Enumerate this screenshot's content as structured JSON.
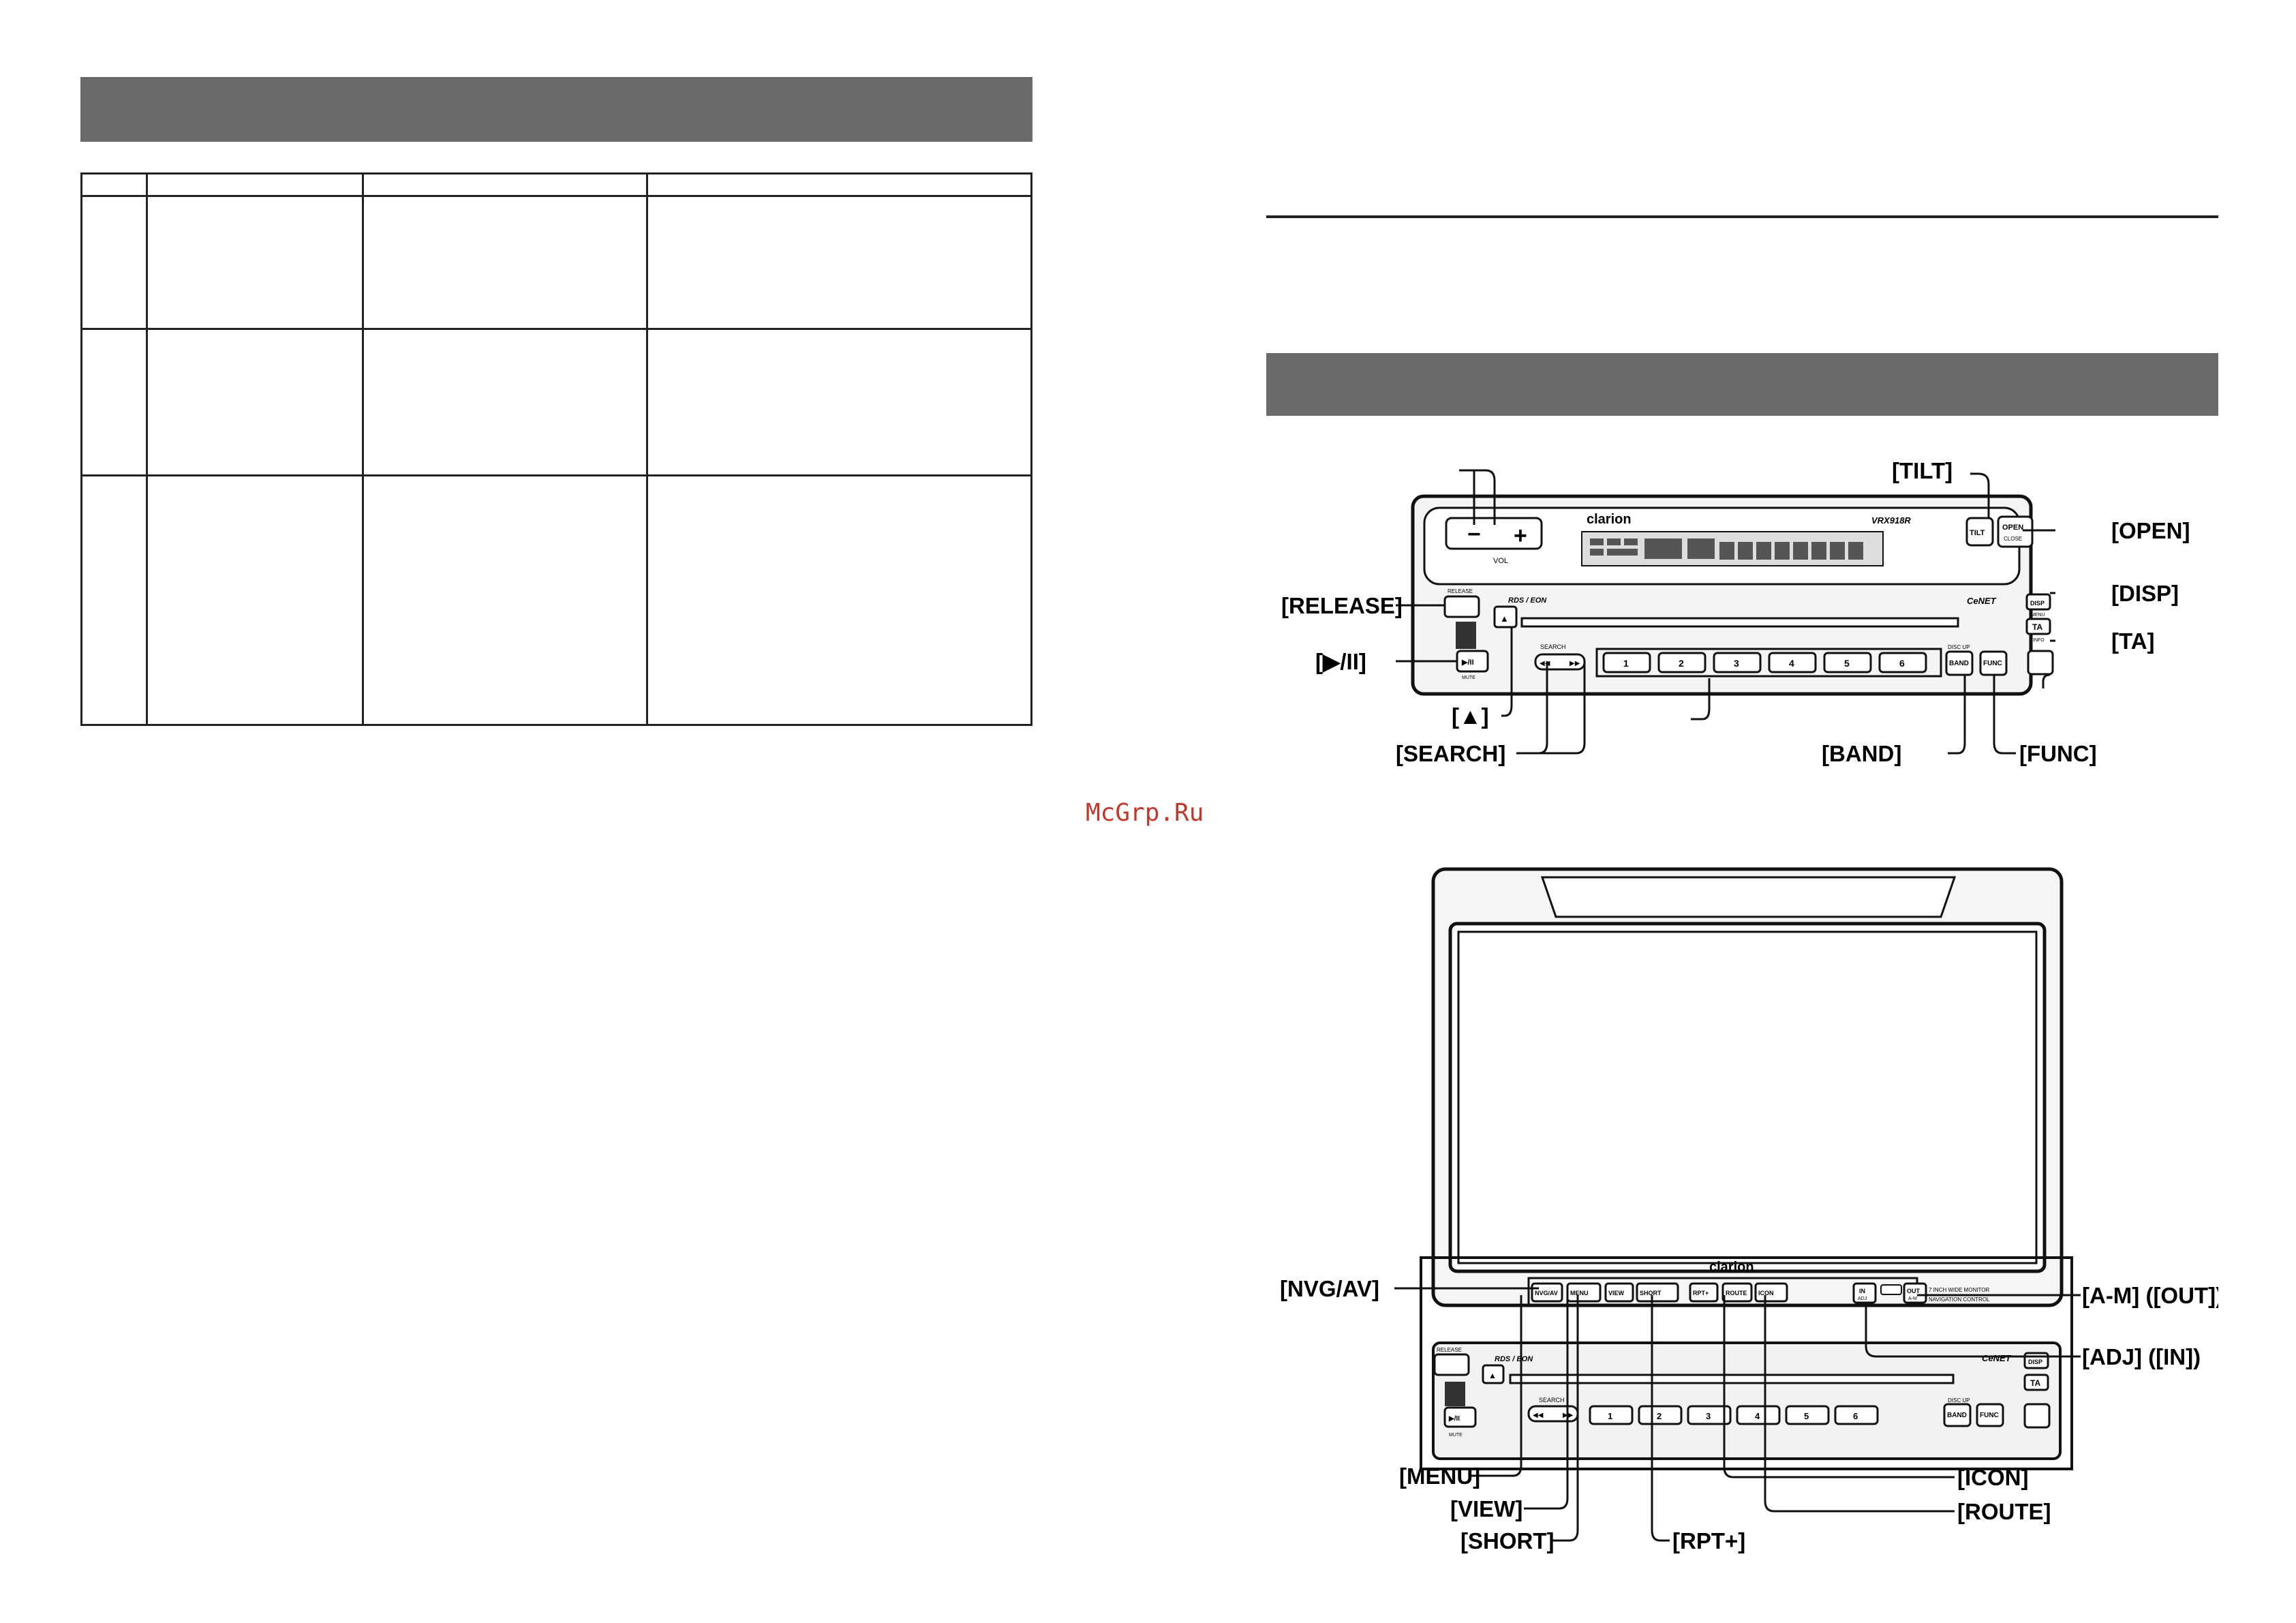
{
  "watermark": "McGrp.Ru",
  "top_unit": {
    "brand": "clarion",
    "model": "VRX918R",
    "vol_label": "VOL",
    "rds_label": "RDS / EON",
    "release_label": "RELEASE",
    "search_label": "SEARCH",
    "disc_up_label": "DISC UP",
    "mute_label": "MUTE",
    "menu_label": "MENU",
    "info_label": "INFO",
    "brand_ce": "CeNET",
    "buttons": {
      "minus": "−",
      "plus": "+",
      "tilt": "TILT",
      "open": "OPEN",
      "close": "CLOSE",
      "disp": "DISP",
      "ta": "TA",
      "band": "BAND",
      "func": "FUNC",
      "play": "▶/II",
      "eject": "▲",
      "rew": "◀◀",
      "ff": "▶▶"
    },
    "presets": [
      "1",
      "2",
      "3",
      "4",
      "5",
      "6"
    ],
    "callouts": {
      "tilt": "[TILT]",
      "open": "[OPEN]",
      "release": "[RELEASE]",
      "play_pause": "[▶/II]",
      "disp": "[DISP]",
      "ta": "[TA]",
      "eject": "[▲]",
      "search": "[SEARCH]",
      "band": "[BAND]",
      "func": "[FUNC]"
    }
  },
  "bottom_unit": {
    "brand": "clarion",
    "monitor_caption": "7 INCH WIDE MONITOR",
    "nav_caption": "NAVIGATION CONTROL",
    "nav_buttons": [
      "NVG/AV",
      "MENU",
      "VIEW",
      "SHORT",
      "RPT+",
      "ROUTE",
      "ICON"
    ],
    "adj_in": "IN",
    "adj_sub": "ADJ",
    "am_out": "OUT",
    "am_sub": "A-M",
    "callouts": {
      "nvg_av": "[NVG/AV]",
      "am_out": "[A-M] ([OUT])",
      "adj_in": "[ADJ] ([IN])",
      "menu": "[MENU]",
      "view": "[VIEW]",
      "short": "[SHORT]",
      "rpt": "[RPT+]",
      "icon": "[ICON]",
      "route": "[ROUTE]"
    }
  }
}
